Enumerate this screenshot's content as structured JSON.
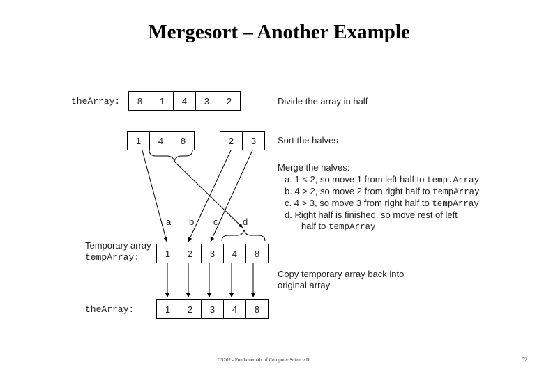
{
  "title": "Mergesort – Another Example",
  "labels": {
    "the_array_top": "theArray:",
    "temp_line1": "Temporary array",
    "temp_line2": "tempArray:",
    "the_array_bottom": "theArray:"
  },
  "arrays": {
    "original": [
      "8",
      "1",
      "4",
      "3",
      "2"
    ],
    "left_half": [
      "1",
      "4",
      "8"
    ],
    "right_half": [
      "2",
      "3"
    ],
    "temp": [
      "1",
      "2",
      "3",
      "4",
      "8"
    ],
    "final": [
      "1",
      "2",
      "3",
      "4",
      "8"
    ]
  },
  "arrow_letters": [
    "a",
    "b",
    "c",
    "d"
  ],
  "steps": {
    "divide": "Divide the array in half",
    "sort": "Sort the halves",
    "merge_heading": "Merge the halves:",
    "merge_a": {
      "text": "a. 1 < 2, so move 1 from left half to ",
      "code": "temp.Array"
    },
    "merge_b": {
      "text": "b. 4 > 2, so move 2 from right half to ",
      "code": "tempArray"
    },
    "merge_c": {
      "text": "c. 4 > 3, so move 3 from right half to ",
      "code": "tempArray"
    },
    "merge_d1": "d. Right half is finished, so move rest of left",
    "merge_d2": {
      "text": "half to ",
      "code": "tempArray"
    },
    "copy1": "Copy temporary array back into",
    "copy2": "original array"
  },
  "footer": "CS202 - Fundamentals of Computer Science II",
  "page_number": "52"
}
